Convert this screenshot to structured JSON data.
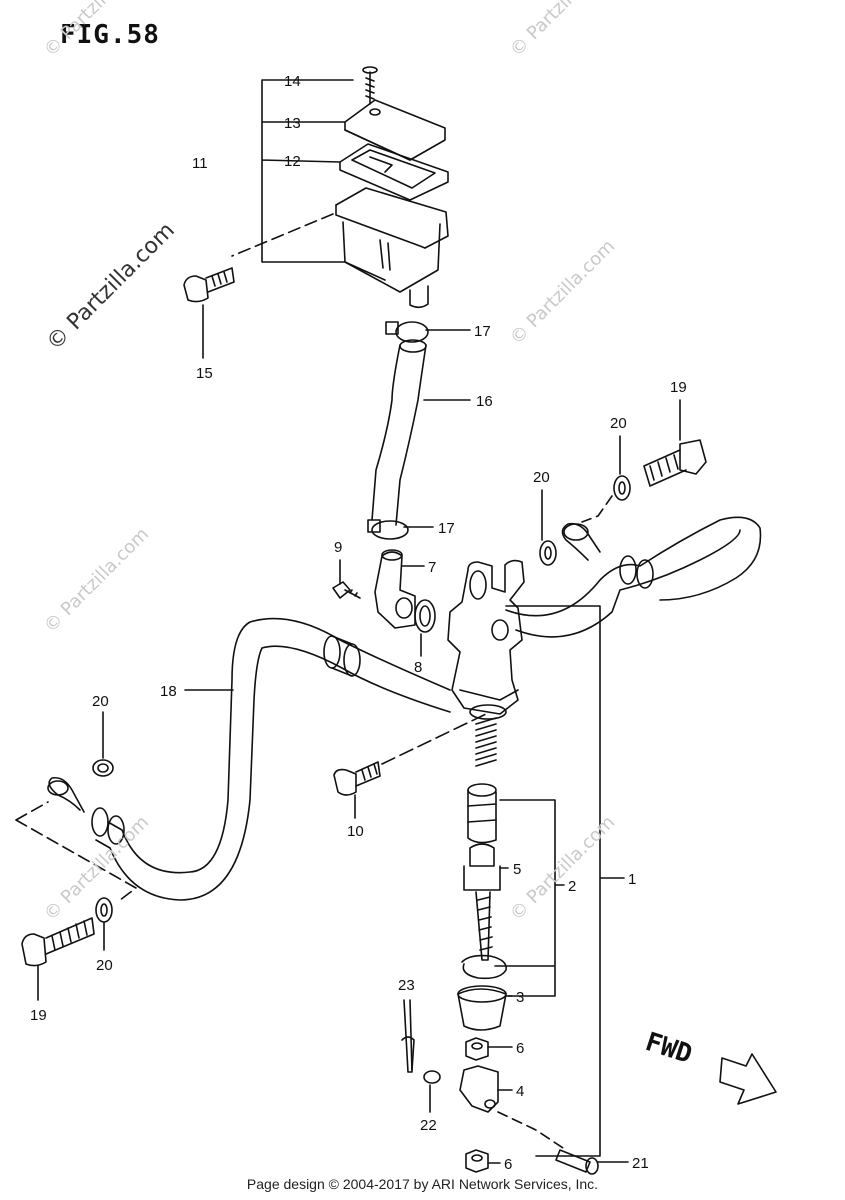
{
  "figure": {
    "title": "FIG.58"
  },
  "footer": "Page design © 2004-2017 by ARI Network Services, Inc.",
  "watermark": "© Partzilla.com",
  "direction_label": "FWD",
  "callouts": [
    "1",
    "2",
    "3",
    "4",
    "5",
    "6",
    "6",
    "7",
    "8",
    "9",
    "10",
    "11",
    "12",
    "13",
    "14",
    "15",
    "16",
    "17",
    "17",
    "18",
    "19",
    "19",
    "20",
    "20",
    "20",
    "20",
    "21",
    "22",
    "23"
  ]
}
